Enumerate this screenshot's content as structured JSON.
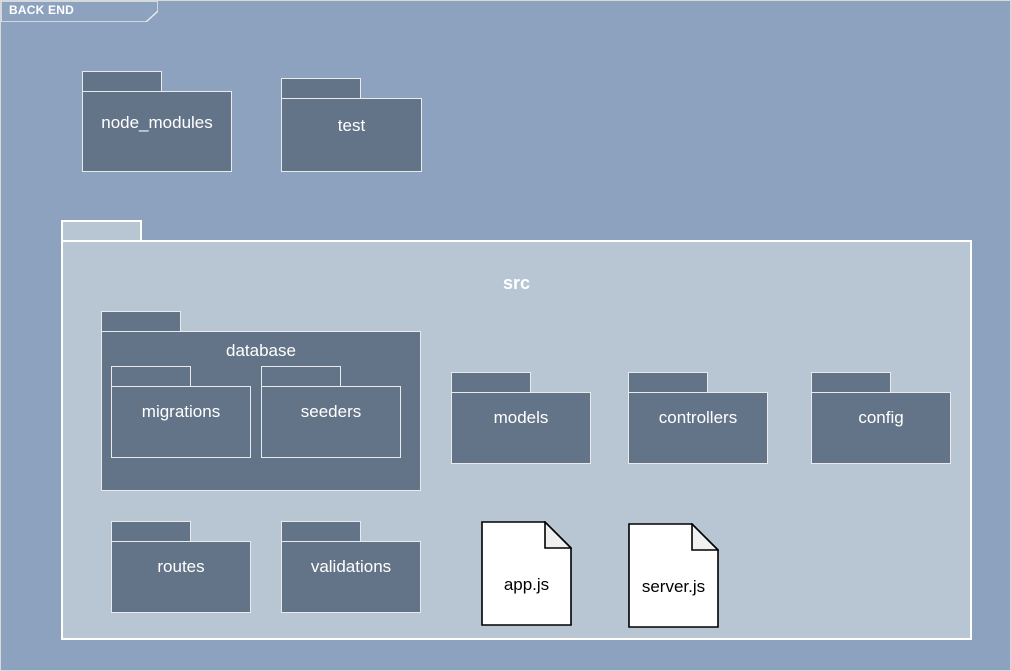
{
  "diagram": {
    "frame": {
      "title": "BACK END",
      "background_color": "#8da2bf"
    },
    "colors": {
      "canvas_background": "#8da2bf",
      "folder_fill": "#647488",
      "folder_border": "#e8eaec",
      "folder_text": "#ffffff",
      "container_fill": "#b8c6d4",
      "container_border": "#ffffff",
      "container_text": "#ffffff",
      "file_fill": "#ffffff",
      "file_border": "#000000",
      "file_fold": "#f0f0f0",
      "file_text": "#000000"
    },
    "top_level_folders": [
      {
        "label": "node_modules"
      },
      {
        "label": "test"
      }
    ],
    "src_container": {
      "label": "src",
      "folders": [
        {
          "label": "database"
        },
        {
          "label": "migrations"
        },
        {
          "label": "seeders"
        },
        {
          "label": "models"
        },
        {
          "label": "controllers"
        },
        {
          "label": "config"
        },
        {
          "label": "routes"
        },
        {
          "label": "validations"
        }
      ],
      "files": [
        {
          "label": "app.js"
        },
        {
          "label": "server.js"
        }
      ]
    }
  }
}
